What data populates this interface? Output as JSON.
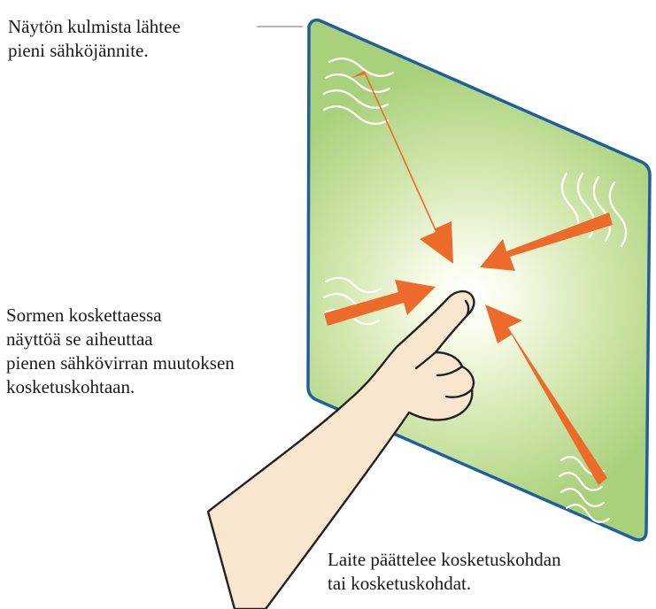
{
  "labels": {
    "top": "Näytön kulmista lähtee\npieni sähköjännite.",
    "middle": "Sormen koskettaessa\nnäyttöä se aiheuttaa\npienen sähkövirran muutoksen\nkosketuskohtaan.",
    "bottom": "Laite päättelee kosketuskohdan\ntai kosketuskohdat."
  },
  "colors": {
    "panel_light": "#f7fbea",
    "panel_green": "#a9d07a",
    "panel_border": "#1f5f9e",
    "arrow": "#ee6a2a",
    "skin": "#f8e6cf",
    "outline": "#222222"
  },
  "icons": {
    "panel": "touch-screen-panel",
    "hand": "pointing-hand",
    "arrows": "arrow-pointing-to-center",
    "waves": "voltage-wave-lines"
  }
}
